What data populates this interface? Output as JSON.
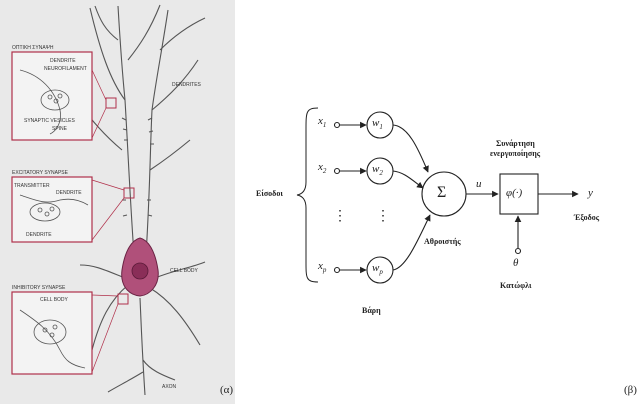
{
  "panel_a": {
    "caption": "(α)",
    "inset_labels": {
      "top_title": "ΟΠΤΙΚΗ ΣΥΝΑΨΗ",
      "top_1": "DENDRITE",
      "top_2": "NEUROFILAMENT",
      "top_3": "SYNAPTIC VESICLES",
      "top_4": "SPINE",
      "mid_title": "EXCITATORY SYNAPSE",
      "mid_1": "TRANSMITTER",
      "mid_2": "DENDRITE",
      "mid_3": "DENDRITE",
      "bot_title": "INHIBITORY SYNAPSE",
      "bot_1": "CELL BODY"
    },
    "neuron_labels": {
      "dendrites": "DENDRITES",
      "cell_body": "CELL BODY",
      "axon": "AXON"
    }
  },
  "panel_b": {
    "caption": "(β)",
    "inputs_label": "Είσοδοι",
    "input_x": "x",
    "input_subs": [
      "1",
      "2",
      "p"
    ],
    "weight_w": "w",
    "weight_subs": [
      "1",
      "2",
      "p"
    ],
    "weights_label": "Βάρη",
    "sigma": "Σ",
    "summer_label": "Αθροιστής",
    "u_label": "u",
    "activation_title_1": "Συνάρτηση",
    "activation_title_2": "ενεργοποίησης",
    "phi": "φ(·)",
    "output_y": "y",
    "output_label": "Έξοδος",
    "theta": "θ",
    "threshold_label": "Κατώφλι",
    "vdots": "⋮"
  },
  "colors": {
    "ink": "#222222",
    "inset_border": "#b0304a",
    "soma_fill": "#b0507a",
    "panel_bg": "#e9e9e9"
  }
}
